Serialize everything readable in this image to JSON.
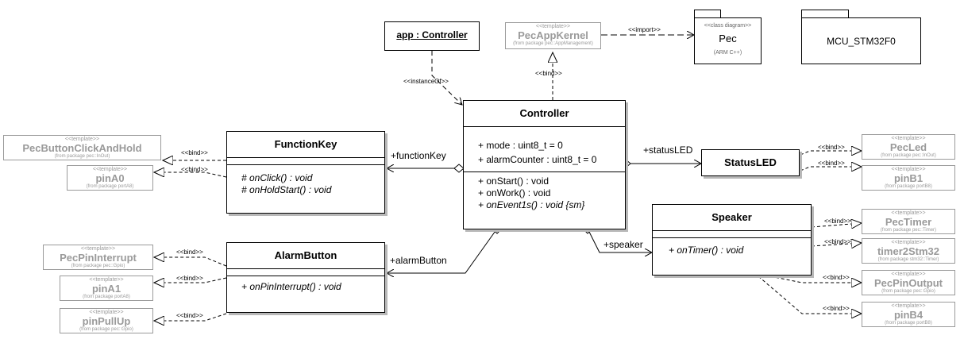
{
  "object": {
    "label": "app : Controller"
  },
  "kernel": {
    "stereotype": "<<template>>",
    "name": "PecAppKernel",
    "from": "(from package pec::AppManagement)"
  },
  "pec_pkg": {
    "stereotype": "<<class diagram>>",
    "name": "Pec",
    "sub": "(ARM C++)"
  },
  "mcu_pkg": {
    "name": "MCU_STM32F0"
  },
  "controller": {
    "name": "Controller",
    "attrs": [
      "+ mode : uint8_t = 0",
      "+ alarmCounter : uint8_t = 0"
    ],
    "ops": [
      "+ onStart() : void",
      "+ onWork() : void"
    ],
    "op_abstract": "+ onEvent1s() : void {sm}"
  },
  "function_key": {
    "name": "FunctionKey",
    "ops": [
      "# onClick() : void",
      "# onHoldStart() : void"
    ]
  },
  "alarm_button": {
    "name": "AlarmButton",
    "ops": [
      "+ onPinInterrupt() : void"
    ]
  },
  "status_led": {
    "name": "StatusLED"
  },
  "speaker": {
    "name": "Speaker",
    "ops": [
      "+ onTimer() : void"
    ]
  },
  "templates": {
    "pec_button": {
      "stereotype": "<<template>>",
      "name": "PecButtonClickAndHold",
      "from": "(from package pec::InOut)"
    },
    "pinA0": {
      "stereotype": "<<template>>",
      "name": "pinA0",
      "from": "(from package portA8)"
    },
    "pec_pin_interrupt": {
      "stereotype": "<<template>>",
      "name": "PecPinInterrupt",
      "from": "(from package pec::Gpio)"
    },
    "pinA1": {
      "stereotype": "<<template>>",
      "name": "pinA1",
      "from": "(from package portA8)"
    },
    "pinPullUp": {
      "stereotype": "<<template>>",
      "name": "pinPullUp",
      "from": "(from package pec::Gpio)"
    },
    "pec_led": {
      "stereotype": "<<template>>",
      "name": "PecLed",
      "from": "(from package pec::InOut)"
    },
    "pinB1": {
      "stereotype": "<<template>>",
      "name": "pinB1",
      "from": "(from package portB8)"
    },
    "pec_timer": {
      "stereotype": "<<template>>",
      "name": "PecTimer",
      "from": "(from package pec::Timer)"
    },
    "timer2": {
      "stereotype": "<<template>>",
      "name": "timer2Stm32",
      "from": "(from package stm32::Timer)"
    },
    "pec_pin_output": {
      "stereotype": "<<template>>",
      "name": "PecPinOutput",
      "from": "(from package pec::Gpio)"
    },
    "pinB4": {
      "stereotype": "<<template>>",
      "name": "pinB4",
      "from": "(from package portB8)"
    }
  },
  "labels": {
    "import": "<<import>>",
    "instance_of": "<<instanceOf>>",
    "bind": "<<bind>>",
    "function_key_role": "+functionKey",
    "status_led_role": "+statusLED",
    "alarm_button_role": "+alarmButton",
    "speaker_role": "+speaker"
  }
}
